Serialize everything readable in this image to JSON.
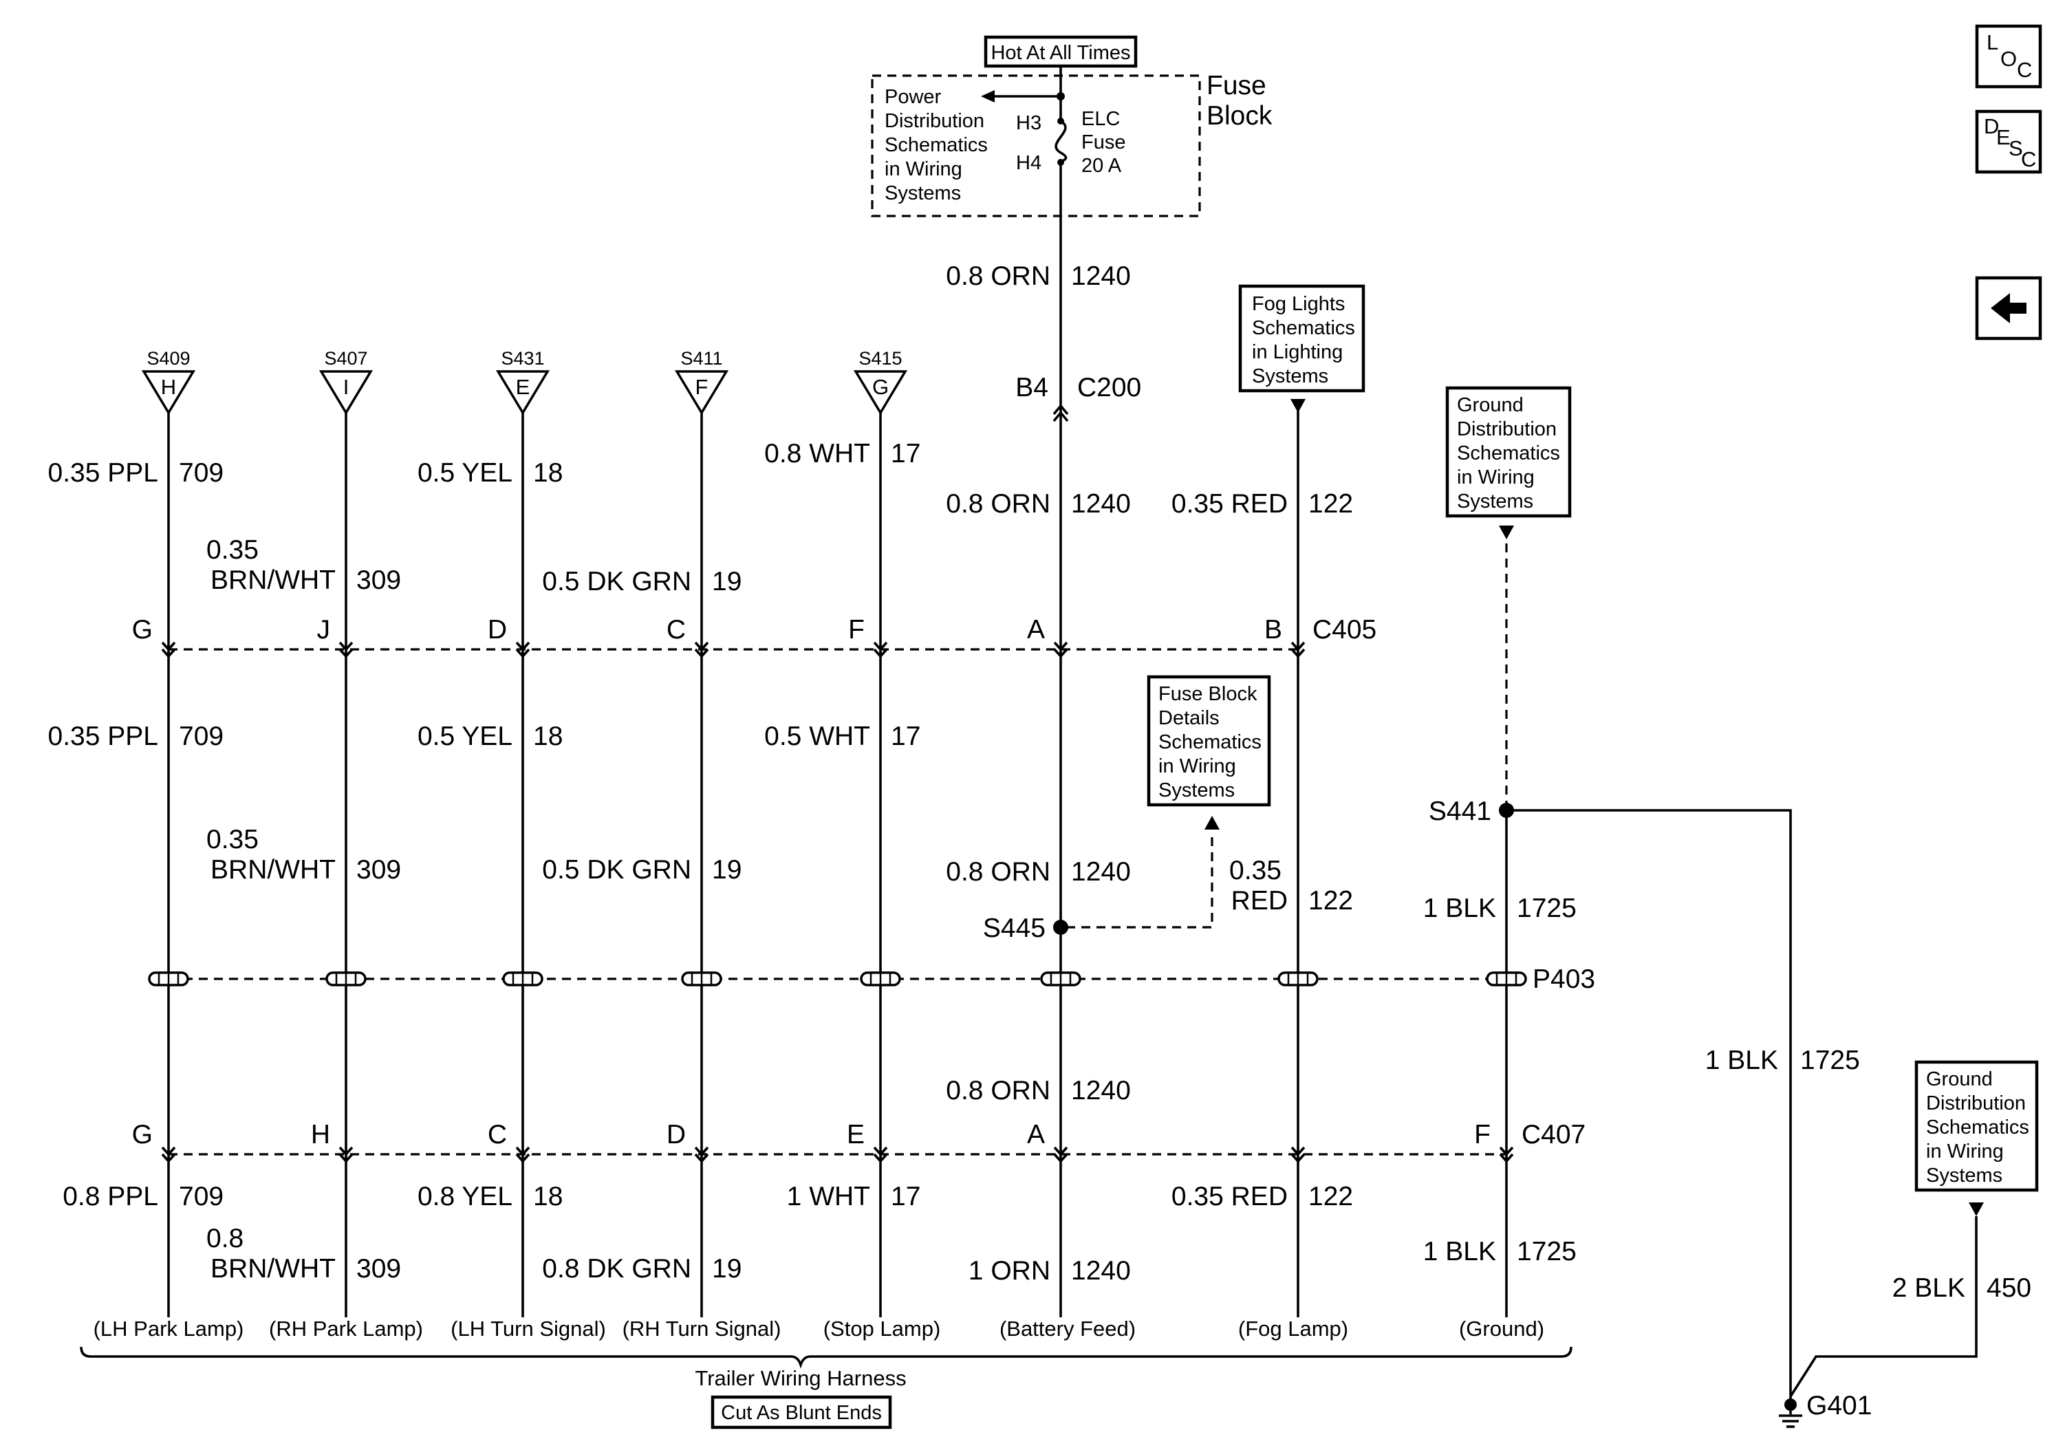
{
  "hot_box": "Hot At All Times",
  "fuse_block": {
    "title_line1": "Fuse",
    "title_line2": "Block",
    "power_ref": [
      "Power",
      "Distribution",
      "Schematics",
      "in Wiring",
      "Systems"
    ],
    "pin_top": "H3",
    "pin_bottom": "H4",
    "fuse_label": [
      "ELC",
      "Fuse",
      "20 A"
    ]
  },
  "nav_buttons": {
    "loc": [
      "L",
      "O",
      "C"
    ],
    "desc": [
      "D",
      "E",
      "S",
      "C"
    ],
    "back_arrow_icon": "left-arrow-icon"
  },
  "connectors": {
    "c200": "C200",
    "c200_pin": "B4",
    "c405": "C405",
    "p403": "P403",
    "c407": "C407"
  },
  "splice_refs": [
    {
      "id": "S409",
      "letter": "H"
    },
    {
      "id": "S407",
      "letter": "I"
    },
    {
      "id": "S431",
      "letter": "E"
    },
    {
      "id": "S411",
      "letter": "F"
    },
    {
      "id": "S415",
      "letter": "G"
    }
  ],
  "columns": [
    {
      "c405_pin": "G",
      "c407_pin": "G",
      "circuit": "709",
      "w1": [
        "0.35 PPL"
      ],
      "w2": [
        "0.35 PPL"
      ],
      "w3": [
        "0.8 PPL"
      ],
      "dest": "(LH Park Lamp)"
    },
    {
      "c405_pin": "J",
      "c407_pin": "H",
      "circuit": "309",
      "w1": [
        "0.35",
        "BRN/WHT"
      ],
      "w2": [
        "0.35",
        "BRN/WHT"
      ],
      "w3": [
        "0.8",
        "BRN/WHT"
      ],
      "dest": "(RH Park Lamp)"
    },
    {
      "c405_pin": "D",
      "c407_pin": "C",
      "circuit": "18",
      "w1": [
        "0.5 YEL"
      ],
      "w2": [
        "0.5 YEL"
      ],
      "w3": [
        "0.8 YEL"
      ],
      "dest": "(LH Turn Signal)"
    },
    {
      "c405_pin": "C",
      "c407_pin": "D",
      "circuit": "19",
      "w1": [
        "0.5 DK GRN"
      ],
      "w2": [
        "0.5 DK GRN"
      ],
      "w3": [
        "0.8 DK GRN"
      ],
      "dest": "(RH Turn Signal)"
    },
    {
      "c405_pin": "F",
      "c407_pin": "E",
      "circuit": "17",
      "w1": [
        "0.8 WHT"
      ],
      "w2": [
        "0.5 WHT"
      ],
      "w3": [
        "1 WHT"
      ],
      "dest": "(Stop Lamp)"
    },
    {
      "c405_pin": "A",
      "c407_pin": "A",
      "circuit": "1240",
      "w0": "0.8 ORN",
      "w1": [
        "0.8 ORN"
      ],
      "w2": [
        "0.8 ORN"
      ],
      "w2b": "0.8 ORN",
      "w3": [
        "1 ORN"
      ],
      "dest": "(Battery Feed)"
    },
    {
      "c405_pin": "B",
      "circuit": "122",
      "w1": [
        "0.35 RED"
      ],
      "w2": [
        "0.35",
        "RED"
      ],
      "w3": [
        "0.35 RED"
      ],
      "dest": "(Fog Lamp)"
    },
    {
      "c407_pin": "F",
      "circuit": "1725",
      "w2": [
        "1 BLK"
      ],
      "w3": [
        "1 BLK"
      ],
      "dest": "(Ground)"
    }
  ],
  "splices": {
    "s445": "S445",
    "s441": "S441"
  },
  "ref_boxes": {
    "fog": [
      "Fog Lights",
      "Schematics",
      "in Lighting",
      "Systems"
    ],
    "ground1": [
      "Ground",
      "Distribution",
      "Schematics",
      "in Wiring",
      "Systems"
    ],
    "fuse_details": [
      "Fuse Block",
      "Details",
      "Schematics",
      "in Wiring",
      "Systems"
    ],
    "ground2": [
      "Ground",
      "Distribution",
      "Schematics",
      "in Wiring",
      "Systems"
    ]
  },
  "ground_path": {
    "wire1_gauge": "1 BLK",
    "wire1_circuit": "1725",
    "wire2_gauge": "2 BLK",
    "wire2_circuit": "450",
    "ground": "G401"
  },
  "harness": {
    "label": "Trailer Wiring Harness",
    "note": "Cut As Blunt Ends"
  }
}
